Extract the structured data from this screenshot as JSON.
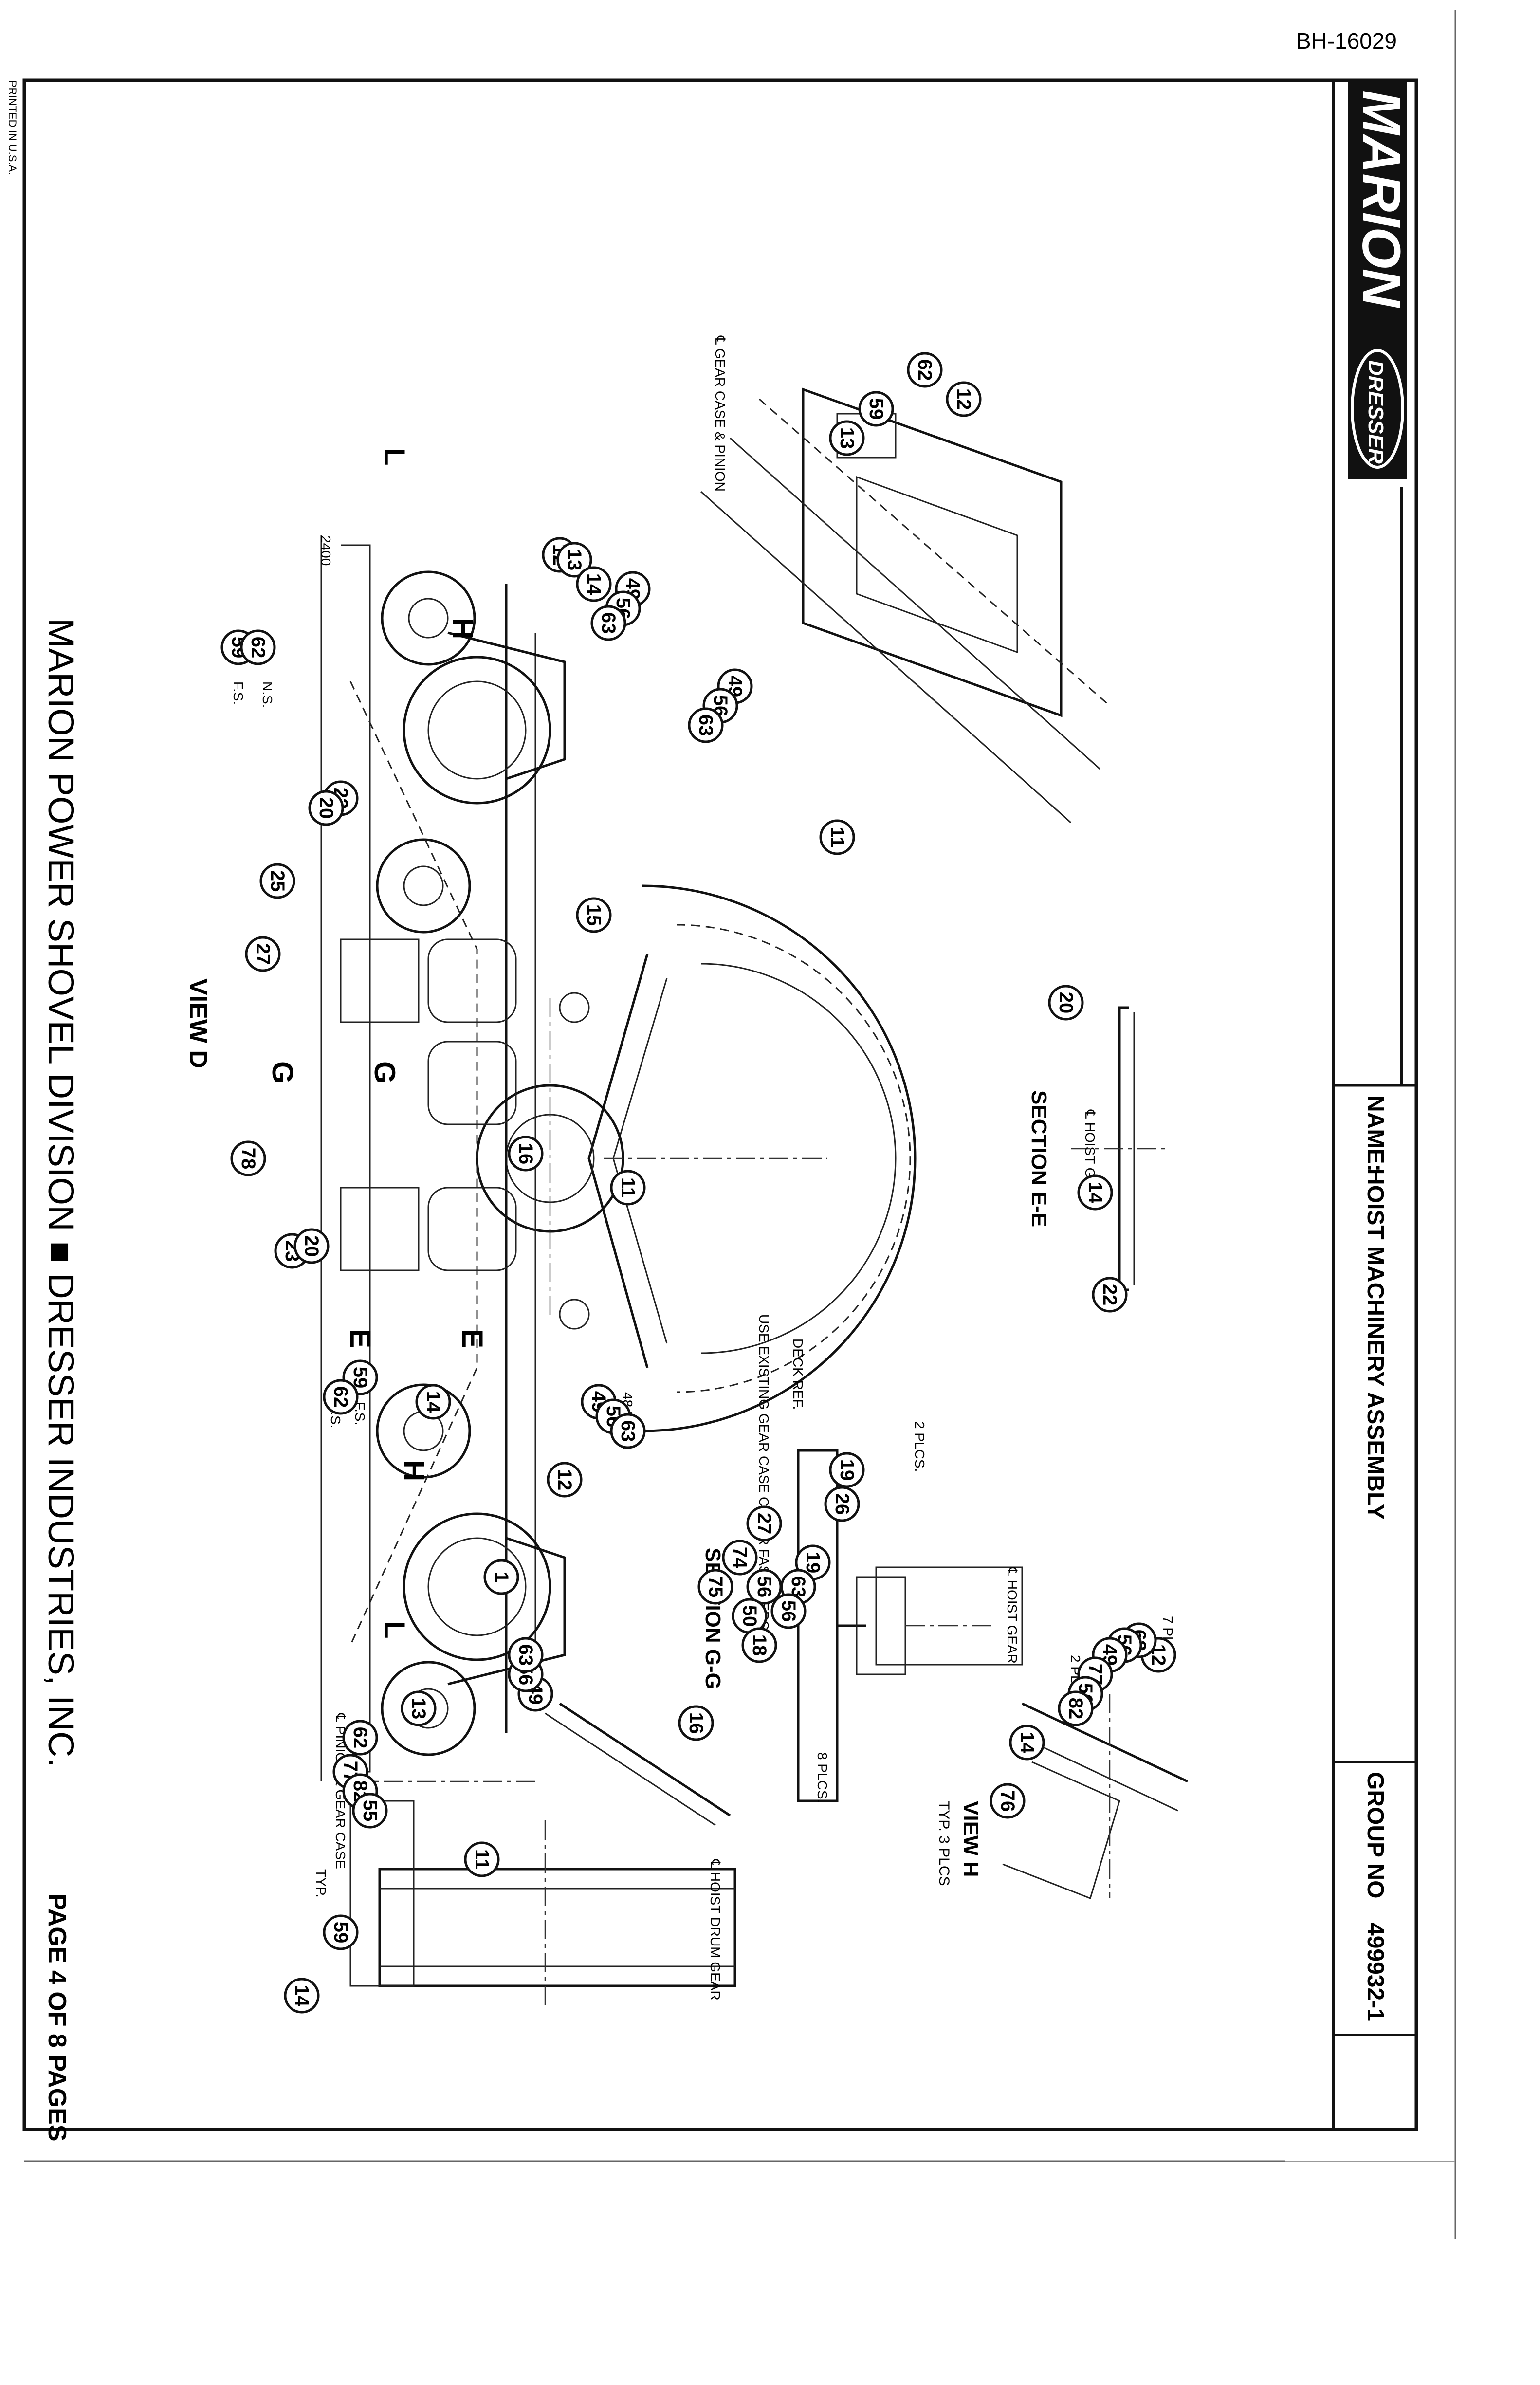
{
  "sheet": {
    "doc_number": "BH-16029",
    "printed_in": "PRINTED IN U.S.A.",
    "name_label": "NAME:",
    "name_value": "HOIST MACHINERY ASSEMBLY",
    "group_label": "GROUP NO",
    "group_value": "499932-1",
    "footer_company": "MARION POWER SHOVEL DIVISION ■ DRESSER INDUSTRIES, INC.",
    "page": "PAGE 4 OF 8 PAGES"
  },
  "logo": {
    "brand": "MARION",
    "sub": "DRESSER",
    "bg": "#111111",
    "fg": "#ffffff"
  },
  "views": {
    "section_e": "SECTION E-E",
    "view_h": "VIEW H",
    "view_h_sub": "TYP. 3 PLCS",
    "section_g": "SECTION G-G",
    "view_d": "VIEW D"
  },
  "notes": {
    "gear_case_pinion": "℄ GEAR CASE & PINION",
    "hoist_gear": "℄ HOIST GEAR",
    "hoist_gear_g": "℄ HOIST GEAR",
    "deck_ref": "DECK REF.",
    "use_existing": "USE EXISTING GEAR CASE COVER FASTENERS TYP.",
    "forty_eight_plcs": "48 PLCS.",
    "two_plcs_a": "2 PLCS.",
    "two_plcs_b": "2 PLCS.",
    "seven_plcs": "7 PLCS",
    "eight_plcs": "8 PLCS.",
    "hoist_drum_gear": "℄ HOIST DRUM GEAR",
    "pinion_gear_case": "℄ PINION & GEAR CASE",
    "typ": "TYP.",
    "ns_left": "N.S.",
    "fs_left": "F.S.",
    "fs_right": "F.S.",
    "ns_right": "N.S.",
    "dim_2400": "2400"
  },
  "section_marks": {
    "l_left": "L",
    "l_right": "L",
    "g_left": "G",
    "g_right": "G",
    "e_left": "E",
    "e_right": "E",
    "h_left": "H",
    "h_right": "H"
  },
  "balloons": [
    {
      "id": "b01",
      "label": "12"
    },
    {
      "id": "b02",
      "label": "62"
    },
    {
      "id": "b03",
      "label": "59"
    },
    {
      "id": "b04",
      "label": "13"
    },
    {
      "id": "b05",
      "label": "49"
    },
    {
      "id": "b06",
      "label": "56"
    },
    {
      "id": "b07",
      "label": "63"
    },
    {
      "id": "b08",
      "label": "11"
    },
    {
      "id": "b09",
      "label": "20"
    },
    {
      "id": "b10",
      "label": "14"
    },
    {
      "id": "b11",
      "label": "22"
    },
    {
      "id": "b12",
      "label": "12"
    },
    {
      "id": "b13",
      "label": "13"
    },
    {
      "id": "b14",
      "label": "14"
    },
    {
      "id": "b15",
      "label": "49"
    },
    {
      "id": "b16",
      "label": "56"
    },
    {
      "id": "b17",
      "label": "63"
    },
    {
      "id": "b18",
      "label": "59"
    },
    {
      "id": "b19",
      "label": "62"
    },
    {
      "id": "b20",
      "label": "22"
    },
    {
      "id": "b21",
      "label": "20"
    },
    {
      "id": "b22",
      "label": "15"
    },
    {
      "id": "b23",
      "label": "25"
    },
    {
      "id": "b24",
      "label": "27"
    },
    {
      "id": "b25",
      "label": "11"
    },
    {
      "id": "b26",
      "label": "16"
    },
    {
      "id": "b27",
      "label": "78"
    },
    {
      "id": "b28",
      "label": "23"
    },
    {
      "id": "b29",
      "label": "20"
    },
    {
      "id": "b30",
      "label": "49"
    },
    {
      "id": "b31",
      "label": "56"
    },
    {
      "id": "b32",
      "label": "63"
    },
    {
      "id": "b33",
      "label": "12"
    },
    {
      "id": "b34",
      "label": "14"
    },
    {
      "id": "b35",
      "label": "59"
    },
    {
      "id": "b36",
      "label": "62"
    },
    {
      "id": "b37",
      "label": "1"
    },
    {
      "id": "b38",
      "label": "19"
    },
    {
      "id": "b39",
      "label": "26"
    },
    {
      "id": "b40",
      "label": "27"
    },
    {
      "id": "b41",
      "label": "74"
    },
    {
      "id": "b42",
      "label": "75"
    },
    {
      "id": "b43",
      "label": "56"
    },
    {
      "id": "b44",
      "label": "50"
    },
    {
      "id": "b45",
      "label": "19"
    },
    {
      "id": "b46",
      "label": "63"
    },
    {
      "id": "b47",
      "label": "56"
    },
    {
      "id": "b48",
      "label": "18"
    },
    {
      "id": "b49",
      "label": "12"
    },
    {
      "id": "b50",
      "label": "63"
    },
    {
      "id": "b51",
      "label": "56"
    },
    {
      "id": "b52",
      "label": "49"
    },
    {
      "id": "b53",
      "label": "77"
    },
    {
      "id": "b54",
      "label": "56"
    },
    {
      "id": "b55",
      "label": "82"
    },
    {
      "id": "b56",
      "label": "14"
    },
    {
      "id": "b57",
      "label": "76"
    },
    {
      "id": "b58",
      "label": "16"
    },
    {
      "id": "b59",
      "label": "49"
    },
    {
      "id": "b60",
      "label": "56"
    },
    {
      "id": "b61",
      "label": "63"
    },
    {
      "id": "b62",
      "label": "13"
    },
    {
      "id": "b63",
      "label": "62"
    },
    {
      "id": "b64",
      "label": "77"
    },
    {
      "id": "b65",
      "label": "82"
    },
    {
      "id": "b66",
      "label": "55"
    },
    {
      "id": "b67",
      "label": "11"
    },
    {
      "id": "b68",
      "label": "59"
    },
    {
      "id": "b69",
      "label": "14"
    }
  ]
}
